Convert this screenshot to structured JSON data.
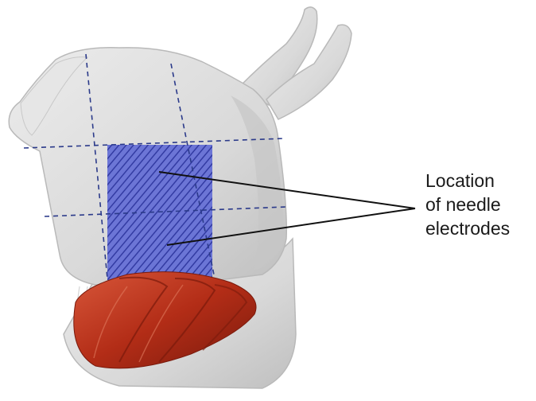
{
  "annotation": {
    "lines": [
      "Location",
      "of needle",
      "electrodes"
    ]
  },
  "colors": {
    "cartilage_fill": "#dcdcdc",
    "cartilage_edge": "#b9b9b9",
    "cartilage_shadow": "#c4c4c4",
    "dashed_grid": "#2b3a8a",
    "hatch_fill": "#6670d6",
    "hatch_line": "#2a33a0",
    "muscle_main": "#b32d17",
    "muscle_dark": "#7a1a0c",
    "muscle_light": "#d8573a",
    "tendon": "#eeeeee",
    "leader_line": "#111111"
  },
  "icons": [
    "thyroid-cartilage-illustration",
    "muscle-illustration",
    "leader-line"
  ]
}
